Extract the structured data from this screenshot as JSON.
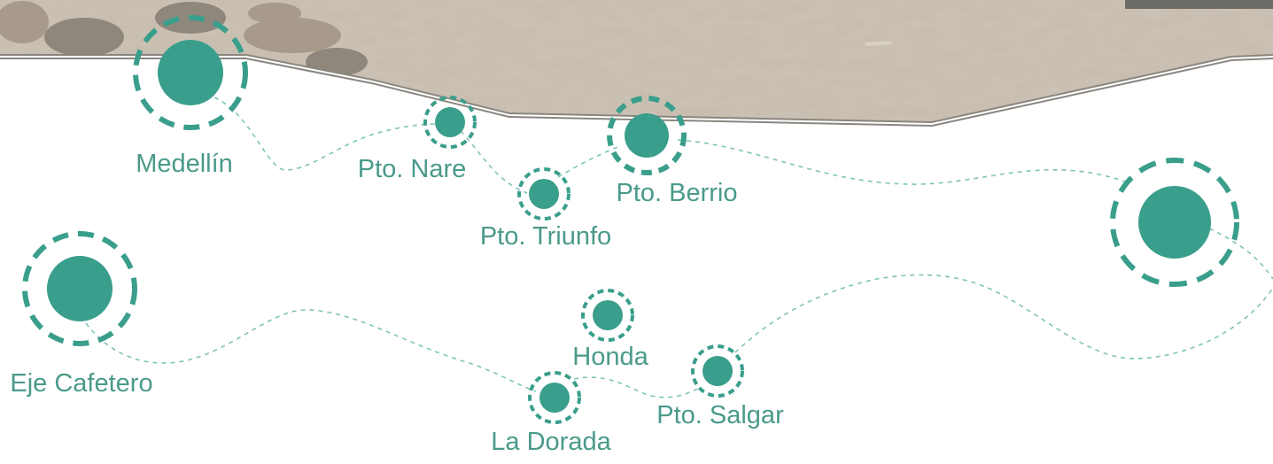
{
  "colors": {
    "accent": "#3a9e8c",
    "route": "#7fc4b5",
    "label": "#4a9a8a",
    "sand": "#c7bcad",
    "sand_dark": "#a79a8a",
    "rock": "#8f877c",
    "border": "#8a857e"
  },
  "cities": [
    {
      "id": "medellin",
      "label": "Medellín",
      "size": "large"
    },
    {
      "id": "pto-nare",
      "label": "Pto. Nare",
      "size": "small"
    },
    {
      "id": "pto-triunfo",
      "label": "Pto. Triunfo",
      "size": "small"
    },
    {
      "id": "pto-berrio",
      "label": "Pto. Berrio",
      "size": "medium"
    },
    {
      "id": "unlabeled-east",
      "label": "",
      "size": "large"
    },
    {
      "id": "eje-cafetero",
      "label": "Eje Cafetero",
      "size": "large"
    },
    {
      "id": "honda",
      "label": "Honda",
      "size": "small"
    },
    {
      "id": "la-dorada",
      "label": "La Dorada",
      "size": "small"
    },
    {
      "id": "pto-salgar",
      "label": "Pto. Salgar",
      "size": "small"
    }
  ]
}
